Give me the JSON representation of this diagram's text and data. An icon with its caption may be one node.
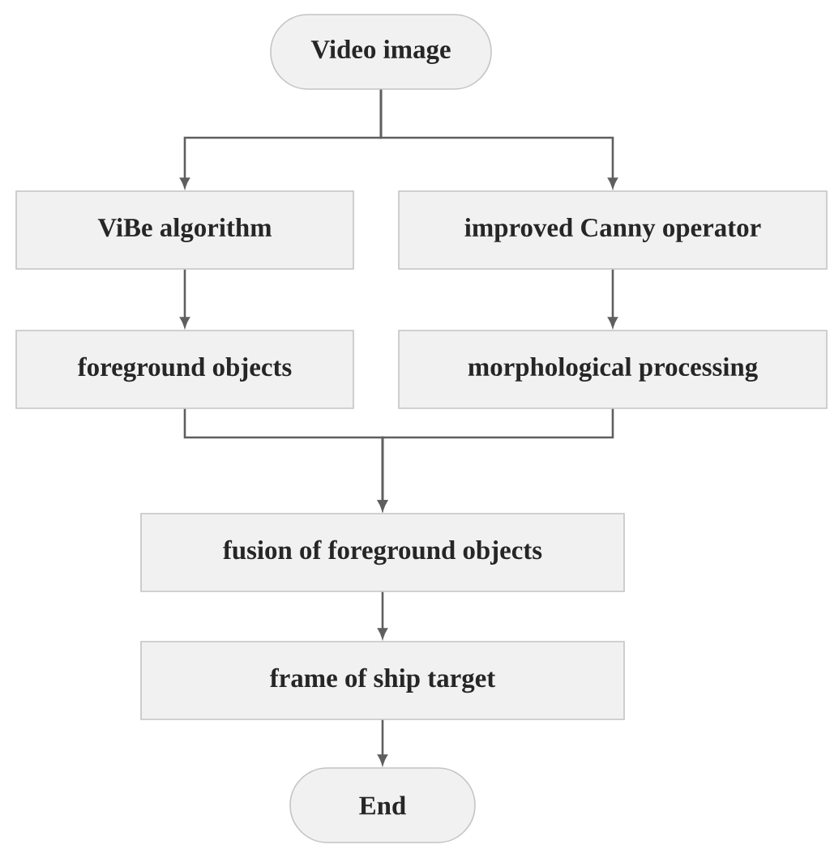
{
  "diagram": {
    "nodes": [
      {
        "text": [
          "Video image"
        ]
      },
      {
        "text": [
          "ViBe algorithm"
        ]
      },
      {
        "text": [
          "improved Canny operator"
        ]
      },
      {
        "text": [
          "foreground objects"
        ]
      },
      {
        "text": [
          "morphological processing"
        ]
      },
      {
        "text": [
          "fusion of foreground objects"
        ]
      },
      {
        "text": [
          "frame of ship target"
        ]
      },
      {
        "text": [
          "End"
        ]
      }
    ],
    "edges": [
      {
        "from": 0,
        "to": 1,
        "arrow": "to"
      },
      {
        "from": 0,
        "to": 2,
        "arrow": "to"
      },
      {
        "from": 1,
        "to": 3,
        "arrow": "to"
      },
      {
        "from": 2,
        "to": 4,
        "arrow": "to"
      },
      {
        "from": 3,
        "to": 5,
        "arrow": "to"
      },
      {
        "from": 4,
        "to": 5,
        "arrow": "to"
      },
      {
        "from": 5,
        "to": 6,
        "arrow": "to"
      },
      {
        "from": 6,
        "to": 7,
        "arrow": "to"
      }
    ]
  }
}
